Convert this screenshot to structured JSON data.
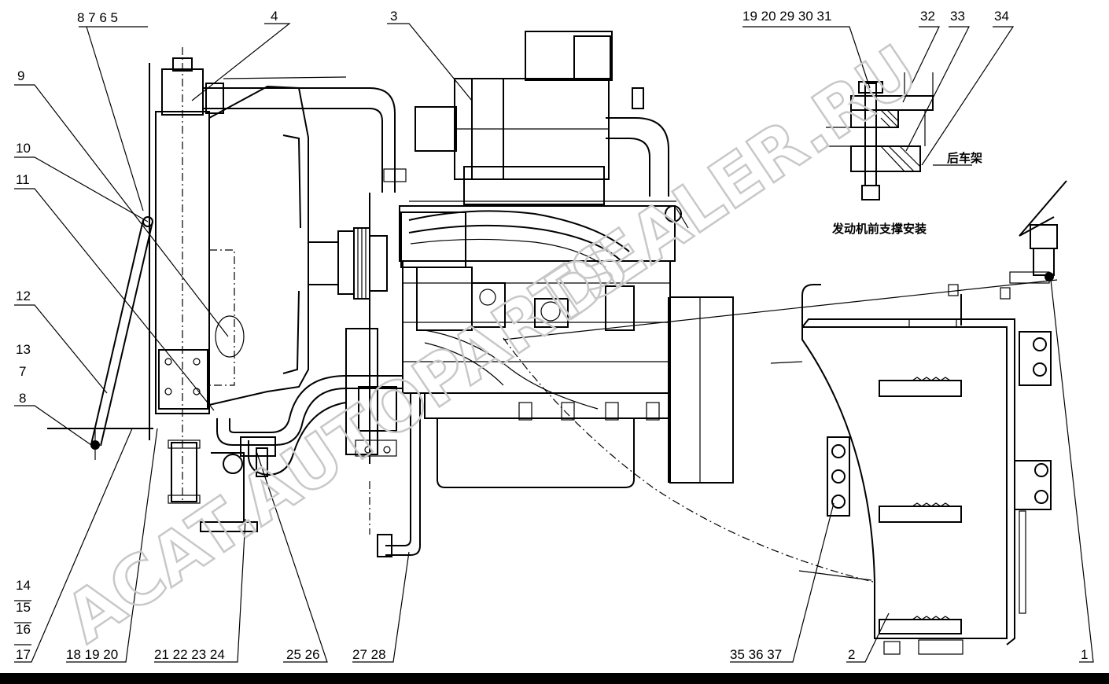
{
  "callouts": {
    "top_left": "8 7 6 5",
    "c4": "4",
    "c3": "3",
    "top_right": "19 20 29 30 31",
    "c32": "32",
    "c33": "33",
    "c34": "34",
    "c9": "9",
    "c10": "10",
    "c11": "11",
    "c12": "12",
    "c13": "13",
    "c7": "7",
    "c8": "8",
    "c14": "14",
    "c15": "15",
    "c16": "16",
    "c17": "17",
    "c18_20": "18 19 20",
    "c21_24": "21 22 23 24",
    "c25_26": "25 26",
    "c27_28": "27 28",
    "c35_37": "35 36 37",
    "c2": "2",
    "c1": "1"
  },
  "labels": {
    "rear_frame": "后车架",
    "front_support": "发动机前支撑安装"
  },
  "watermark": {
    "bottom": "ACAT.AUTOPARTS",
    "top": "DEALER.RU"
  }
}
